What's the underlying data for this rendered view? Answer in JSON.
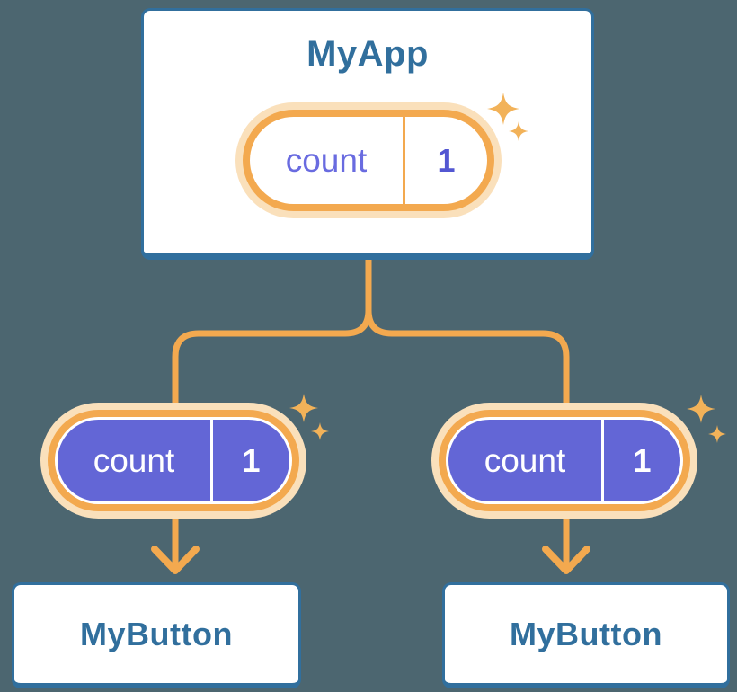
{
  "diagram": {
    "root": {
      "title": "MyApp",
      "state": {
        "name": "count",
        "value": "1"
      }
    },
    "children": [
      {
        "title": "MyButton",
        "state": {
          "name": "count",
          "value": "1"
        }
      },
      {
        "title": "MyButton",
        "state": {
          "name": "count",
          "value": "1"
        }
      }
    ]
  },
  "icons": {
    "sparkle": "four-point-star",
    "arrow": "arrow-down"
  },
  "colors": {
    "background": "#4C6670",
    "card_fill": "#FFFFFF",
    "card_border_blue": "#316F9D",
    "heading_text_blue": "#316F9D",
    "connector_orange": "#F3A94F",
    "pill_glow": "#FAE0BB",
    "state_pill_purple": "#6366D6",
    "state_name_purple": "#696BE0",
    "state_value_purple": "#5357D2",
    "sparkle_orange": "#F2B259"
  }
}
